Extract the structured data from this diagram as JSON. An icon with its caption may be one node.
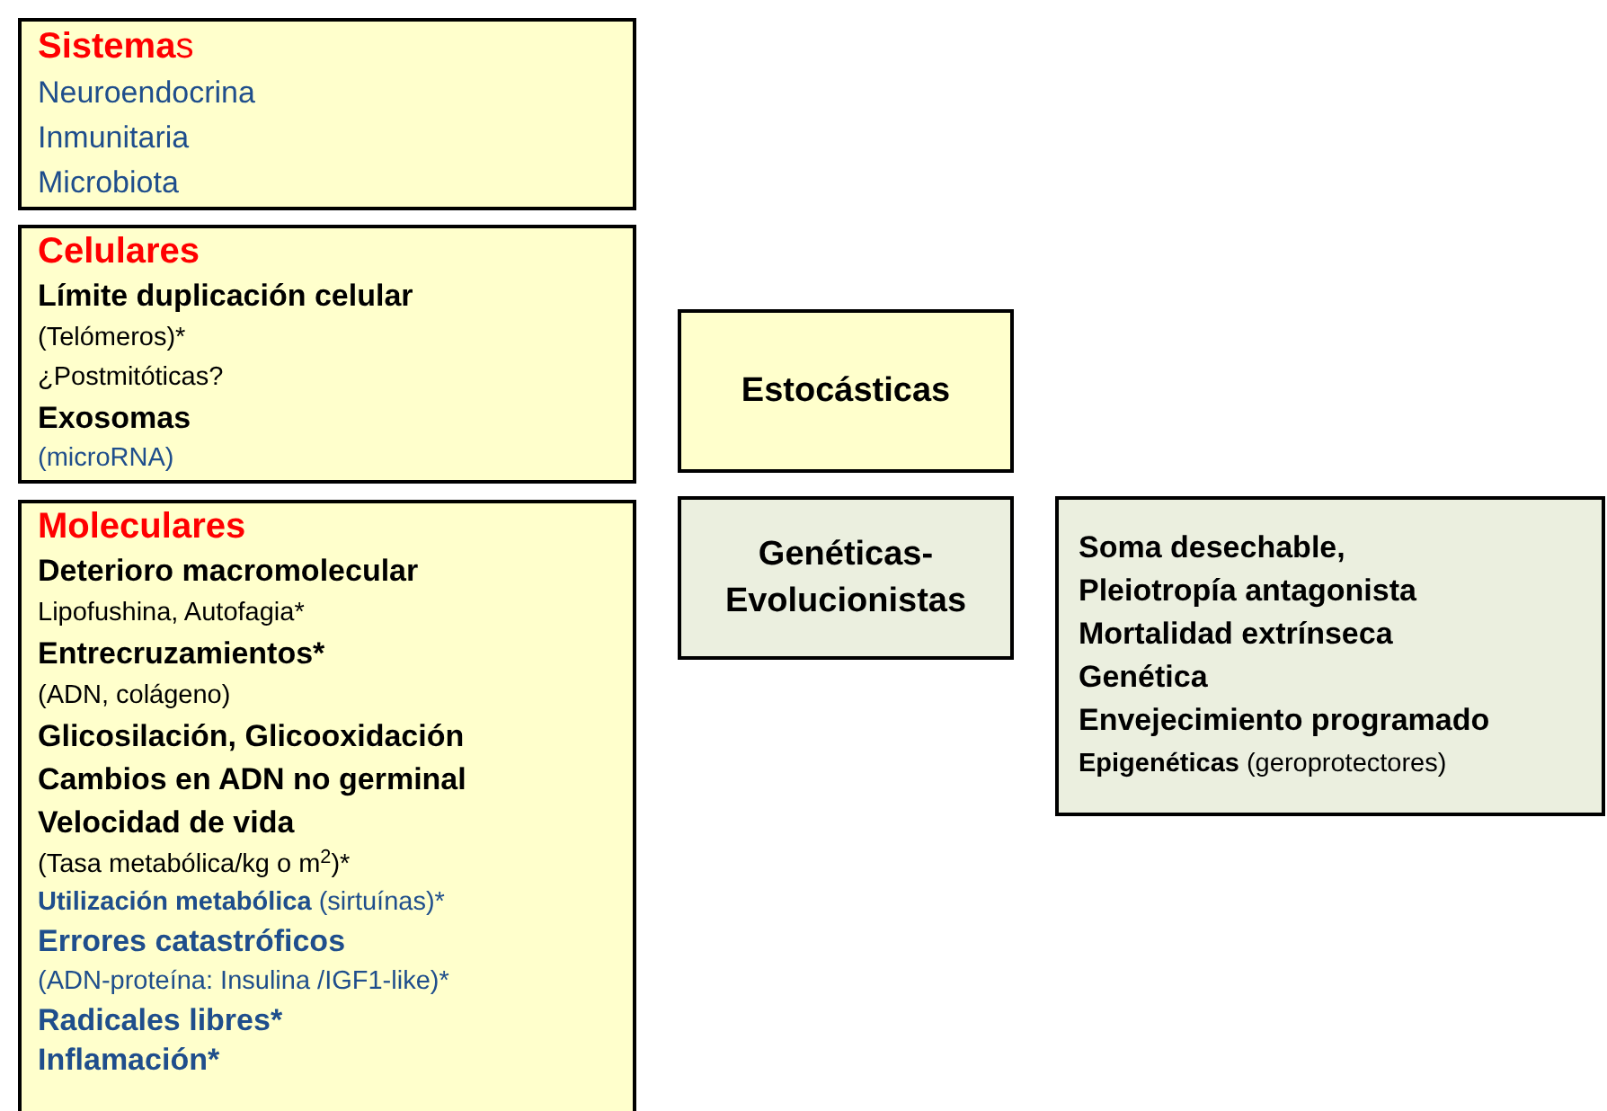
{
  "diagram": {
    "nodes": [
      {
        "text": [
          "**Sistema**s",
          "Neuroendocrina",
          "Inmunitaria",
          "Microbiota"
        ]
      },
      {
        "text": [
          "Celulares",
          "Límite duplicación celular",
          "(Telómeros)*",
          "¿Postmitóticas?",
          "Exosomas",
          "(microRNA)"
        ]
      },
      {
        "text": [
          "Moleculares",
          "Deterioro macromolecular",
          "Lipofushina, Autofagia*",
          "Entrecruzamientos*",
          "(ADN, colágeno)",
          "Glicosilación, Glicooxidación",
          "Cambios en ADN no germinal",
          "Velocidad de vida",
          "(Tasa metabólica/kg o m$^{2}$)*",
          "**Utilización metabólica** (sirtuínas)*",
          "**Errores catastrófico**s",
          "(ADN-proteína: Insulina /IGF1-like)*",
          "Radicales libres*",
          "Inflamación*"
        ]
      },
      {
        "text": [
          "Estocásticas"
        ]
      },
      {
        "text": [
          "Genéticas- Evolucionistas"
        ]
      },
      {
        "text": [
          "Soma desechable,",
          "Pleiotropía antagonista",
          "Mortalidad extrínseca",
          "Genética",
          "Envejecimiento programado",
          "**Epigenéticas** (geroprotectores)"
        ]
      }
    ]
  }
}
